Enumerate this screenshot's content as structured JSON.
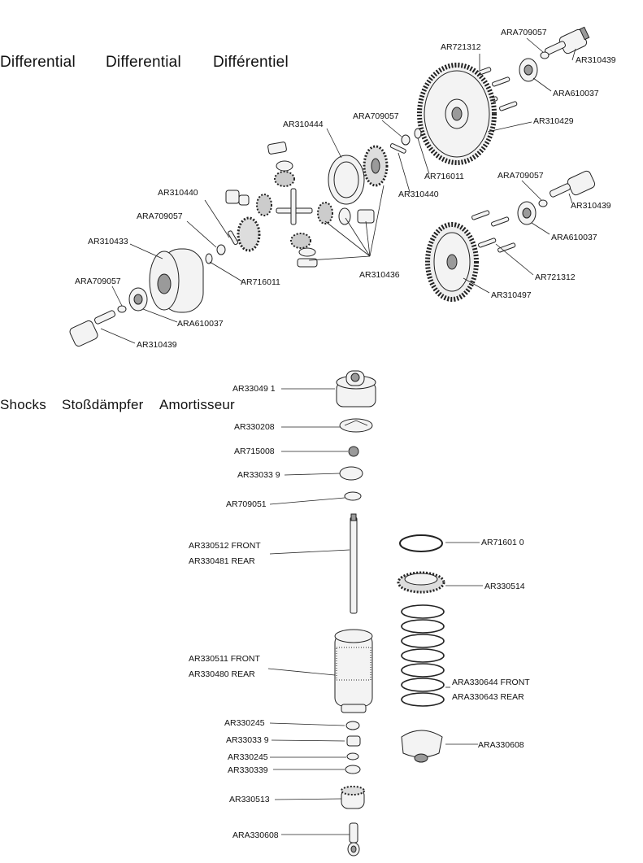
{
  "headings": {
    "differential": [
      "Differential",
      "Differential",
      "Différentiel"
    ],
    "shocks": [
      "Shocks",
      "Stoßdämpfer",
      "Amortisseur"
    ]
  },
  "labels": {
    "AR709057_top": "ARA709057",
    "AR721312_top": "AR721312",
    "AR310439_top": "AR310439",
    "AR610037_top": "ARA610037",
    "AR310429": "AR310429",
    "AR310444": "AR310444",
    "AR709057_mid": "ARA709057",
    "AR716011_mid": "AR716011",
    "AR310440_mid": "AR310440",
    "AR709057_right": "ARA709057",
    "AR310439_right": "AR310439",
    "AR610037_right": "ARA610037",
    "AR721312_right": "AR721312",
    "AR310497": "AR310497",
    "AR310436": "AR310436",
    "AR310440_left": "AR310440",
    "AR709057_left": "ARA709057",
    "AR310433": "AR310433",
    "AR716011_left": "AR716011",
    "AR709057_bottom": "ARA709057",
    "AR610037_bottom": "ARA610037",
    "AR310439_bottom": "AR310439",
    "AR330491": "AR33049 1",
    "AR330208": "AR330208",
    "AR715008": "AR715008",
    "AR330339_a": "AR33033 9",
    "AR709051": "AR709051",
    "AR330512": "AR330512 FRONT",
    "AR330481": "AR330481 REAR",
    "AR716010": "AR71601 0",
    "AR330514": "AR330514",
    "AR330511": "AR330511 FRONT",
    "AR330480": "AR330480 REAR",
    "ARA330644": "ARA330644 FRONT",
    "ARA330643": "ARA330643 REAR",
    "AR330245_a": "AR330245",
    "AR330339_b": "AR33033 9",
    "AR330245_b": "AR330245",
    "AR330339_c": "AR330339",
    "ARA330608_a": "ARA330608",
    "AR330513": "AR330513",
    "ARA330608_b": "ARA330608"
  }
}
